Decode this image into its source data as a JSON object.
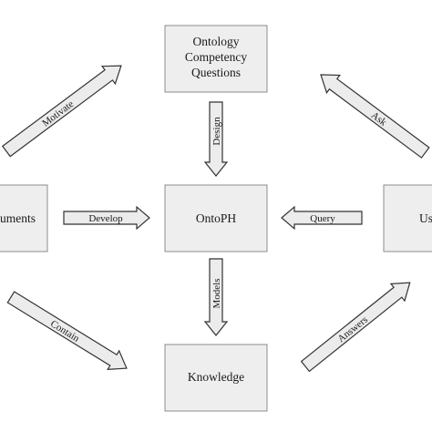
{
  "boxes": {
    "competency": {
      "lines": [
        "Ontology",
        "Competency",
        "Questions"
      ]
    },
    "ontoph": {
      "label": "OntoPH"
    },
    "knowledge": {
      "label": "Knowledge"
    },
    "documents": {
      "label": "uments"
    },
    "users": {
      "label": "Us"
    }
  },
  "arrows": {
    "motivate": "Motivate",
    "ask": "Ask",
    "design": "Design",
    "develop": "Develop",
    "query": "Query",
    "models": "Models",
    "contain": "Contain",
    "answers": "Answers"
  },
  "colors": {
    "box_fill": "#eeeeee",
    "box_stroke": "#8c8c8c",
    "arrow_fill": "#ececec",
    "arrow_stroke": "#333333"
  }
}
